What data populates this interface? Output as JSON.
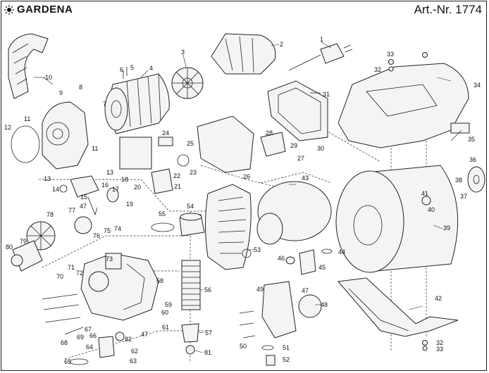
{
  "header": {
    "brand": "GARDENA",
    "article": "Art.-Nr. 1774"
  },
  "parts": [
    {
      "id": "p1",
      "label": "1"
    },
    {
      "id": "p2",
      "label": "2"
    },
    {
      "id": "p3",
      "label": "3"
    },
    {
      "id": "p4",
      "label": "4"
    },
    {
      "id": "p5",
      "label": "5"
    },
    {
      "id": "p6",
      "label": "6"
    },
    {
      "id": "p7",
      "label": "7"
    },
    {
      "id": "p8",
      "label": "8"
    },
    {
      "id": "p9",
      "label": "9"
    },
    {
      "id": "p10",
      "label": "10"
    },
    {
      "id": "p11a",
      "label": "11"
    },
    {
      "id": "p11b",
      "label": "11"
    },
    {
      "id": "p12",
      "label": "12"
    },
    {
      "id": "p13a",
      "label": "13"
    },
    {
      "id": "p13b",
      "label": "13"
    },
    {
      "id": "p14",
      "label": "14"
    },
    {
      "id": "p15",
      "label": "15"
    },
    {
      "id": "p16",
      "label": "16"
    },
    {
      "id": "p17",
      "label": "17"
    },
    {
      "id": "p18",
      "label": "18"
    },
    {
      "id": "p19",
      "label": "19"
    },
    {
      "id": "p20",
      "label": "20"
    },
    {
      "id": "p21",
      "label": "21"
    },
    {
      "id": "p22",
      "label": "22"
    },
    {
      "id": "p23",
      "label": "23"
    },
    {
      "id": "p24",
      "label": "24"
    },
    {
      "id": "p25",
      "label": "25"
    },
    {
      "id": "p26",
      "label": "26"
    },
    {
      "id": "p27",
      "label": "27"
    },
    {
      "id": "p28",
      "label": "28"
    },
    {
      "id": "p29",
      "label": "29"
    },
    {
      "id": "p30",
      "label": "30"
    },
    {
      "id": "p31",
      "label": "31"
    },
    {
      "id": "p32a",
      "label": "32"
    },
    {
      "id": "p32b",
      "label": "32"
    },
    {
      "id": "p33a",
      "label": "33"
    },
    {
      "id": "p33b",
      "label": "33"
    },
    {
      "id": "p34",
      "label": "34"
    },
    {
      "id": "p35",
      "label": "35"
    },
    {
      "id": "p36",
      "label": "36"
    },
    {
      "id": "p37",
      "label": "37"
    },
    {
      "id": "p38",
      "label": "38"
    },
    {
      "id": "p39",
      "label": "39"
    },
    {
      "id": "p40",
      "label": "40"
    },
    {
      "id": "p41",
      "label": "41"
    },
    {
      "id": "p42",
      "label": "42"
    },
    {
      "id": "p43",
      "label": "43"
    },
    {
      "id": "p44",
      "label": "44"
    },
    {
      "id": "p45",
      "label": "45"
    },
    {
      "id": "p46",
      "label": "46"
    },
    {
      "id": "p47a",
      "label": "47"
    },
    {
      "id": "p47b",
      "label": "47"
    },
    {
      "id": "p47c",
      "label": "47"
    },
    {
      "id": "p48",
      "label": "48"
    },
    {
      "id": "p49",
      "label": "49"
    },
    {
      "id": "p50",
      "label": "50"
    },
    {
      "id": "p51",
      "label": "51"
    },
    {
      "id": "p52",
      "label": "52"
    },
    {
      "id": "p53",
      "label": "53"
    },
    {
      "id": "p54",
      "label": "54"
    },
    {
      "id": "p55",
      "label": "55"
    },
    {
      "id": "p56",
      "label": "56"
    },
    {
      "id": "p57",
      "label": "57"
    },
    {
      "id": "p58",
      "label": "58"
    },
    {
      "id": "p59",
      "label": "59"
    },
    {
      "id": "p60",
      "label": "60"
    },
    {
      "id": "p61",
      "label": "61"
    },
    {
      "id": "p62",
      "label": "62"
    },
    {
      "id": "p63",
      "label": "63"
    },
    {
      "id": "p64",
      "label": "64"
    },
    {
      "id": "p65",
      "label": "65"
    },
    {
      "id": "p66",
      "label": "66"
    },
    {
      "id": "p67",
      "label": "67"
    },
    {
      "id": "p68",
      "label": "68"
    },
    {
      "id": "p69",
      "label": "69"
    },
    {
      "id": "p70",
      "label": "70"
    },
    {
      "id": "p71",
      "label": "71"
    },
    {
      "id": "p72",
      "label": "72"
    },
    {
      "id": "p73",
      "label": "73"
    },
    {
      "id": "p74",
      "label": "74"
    },
    {
      "id": "p75",
      "label": "75"
    },
    {
      "id": "p76",
      "label": "76"
    },
    {
      "id": "p77",
      "label": "77"
    },
    {
      "id": "p78",
      "label": "78"
    },
    {
      "id": "p79",
      "label": "79"
    },
    {
      "id": "p80",
      "label": "80"
    },
    {
      "id": "p81",
      "label": "81"
    },
    {
      "id": "p82",
      "label": "82"
    }
  ]
}
